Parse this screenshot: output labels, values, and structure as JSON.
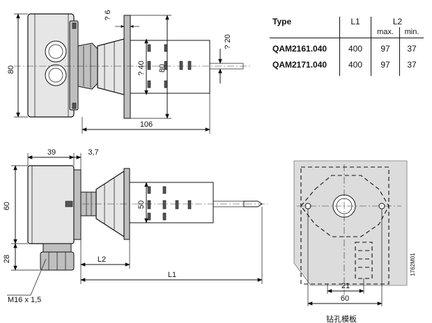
{
  "table": {
    "col_type": "Type",
    "col_l1": "L1",
    "col_l2": "L2",
    "col_max": "max.",
    "col_min": "min.",
    "rows": [
      {
        "type": "QAM2161.040",
        "l1": "400",
        "max": "97",
        "min": "37"
      },
      {
        "type": "QAM2171.040",
        "l1": "400",
        "max": "97",
        "min": "37"
      }
    ]
  },
  "dims": {
    "top_height": "80",
    "top_flange_gap": "? 6",
    "top_probe_dia": "? 20",
    "top_flange_inner": "? 40",
    "top_flange_height": "80",
    "top_overall": "106",
    "side_depth": "39",
    "side_flange": "3,7",
    "side_height": "60",
    "side_bottom": "28",
    "side_flange_height": "50",
    "side_l2": "L2",
    "side_l1": "L1",
    "gland": "M16 x 1,5",
    "mount_21": "21",
    "mount_60": "60",
    "drawing_code": "1762M01",
    "template_label": "钻孔模板"
  }
}
